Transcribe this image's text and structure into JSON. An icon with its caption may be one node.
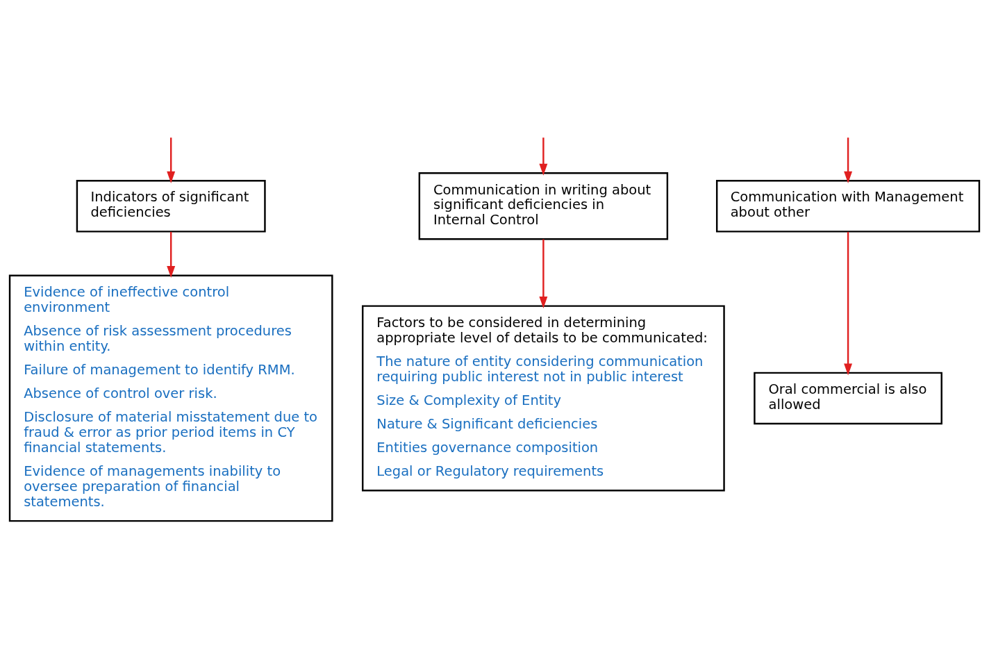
{
  "diagram": {
    "nodes": [
      {
        "text": [
          "Indicators of significant deficiencies"
        ]
      },
      {
        "text": [
          "Communication in writing about significant deficiencies in Internal Control"
        ]
      },
      {
        "text": [
          "Communication with Management about other"
        ]
      },
      {
        "text": [
          "Oral commercial is also allowed"
        ]
      },
      {
        "text": [
          "Evidence of ineffective control environment",
          "Absence of risk assessment procedures within entity.",
          "Failure of management to identify RMM.",
          "Absence of control over risk.",
          "Disclosure of material misstatement due to fraud & error as prior period items in CY financial statements.",
          "Evidence of managements inability to oversee preparation of financial statements."
        ]
      },
      {
        "text": [
          "Factors to be considered in determining appropriate level of details to be communicated:",
          "The nature of entity considering communication requiring public interest not in public interest",
          "Size & Complexity of Entity",
          "Nature & Significant deficiencies",
          "Entities governance composition",
          "Legal or Regulatory requirements"
        ]
      }
    ],
    "edges": [
      {
        "from": null,
        "to": 0,
        "arrow": "to",
        "color": "#e02020"
      },
      {
        "from": null,
        "to": 1,
        "arrow": "to",
        "color": "#e02020"
      },
      {
        "from": null,
        "to": 2,
        "arrow": "to",
        "color": "#e02020"
      },
      {
        "from": 0,
        "to": 4,
        "arrow": "to",
        "color": "#e02020"
      },
      {
        "from": 1,
        "to": 5,
        "arrow": "to",
        "color": "#e02020"
      },
      {
        "from": 2,
        "to": 3,
        "arrow": "to",
        "color": "#e02020"
      }
    ]
  }
}
